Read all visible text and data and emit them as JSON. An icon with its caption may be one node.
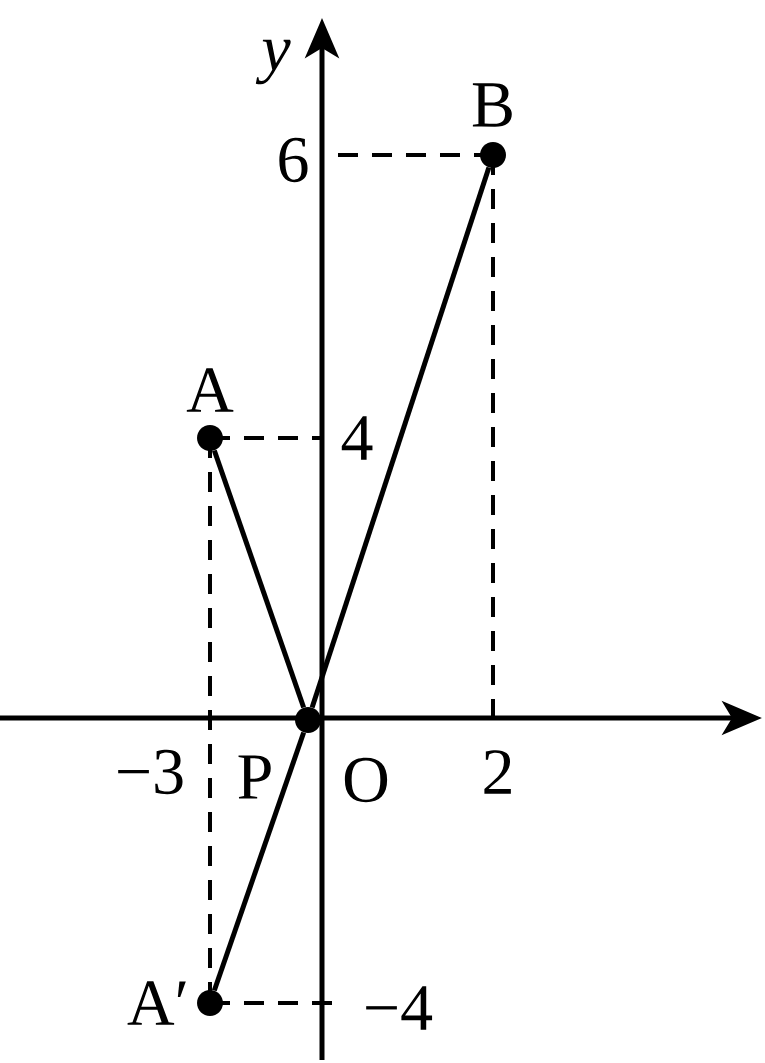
{
  "diagram": {
    "nodes": [
      {
        "text": [
          "B"
        ]
      },
      {
        "text": [
          "A"
        ]
      },
      {
        "text": [
          "P"
        ]
      },
      {
        "text": [
          "A′"
        ]
      }
    ],
    "edges": [
      {
        "from": 1,
        "to": 2,
        "arrow": "none"
      },
      {
        "from": 3,
        "to": 2,
        "arrow": "none"
      },
      {
        "from": 2,
        "to": 0,
        "arrow": "none"
      }
    ],
    "labels": [
      "y",
      "6",
      "4",
      "−3",
      "O",
      "2",
      "−4"
    ]
  }
}
